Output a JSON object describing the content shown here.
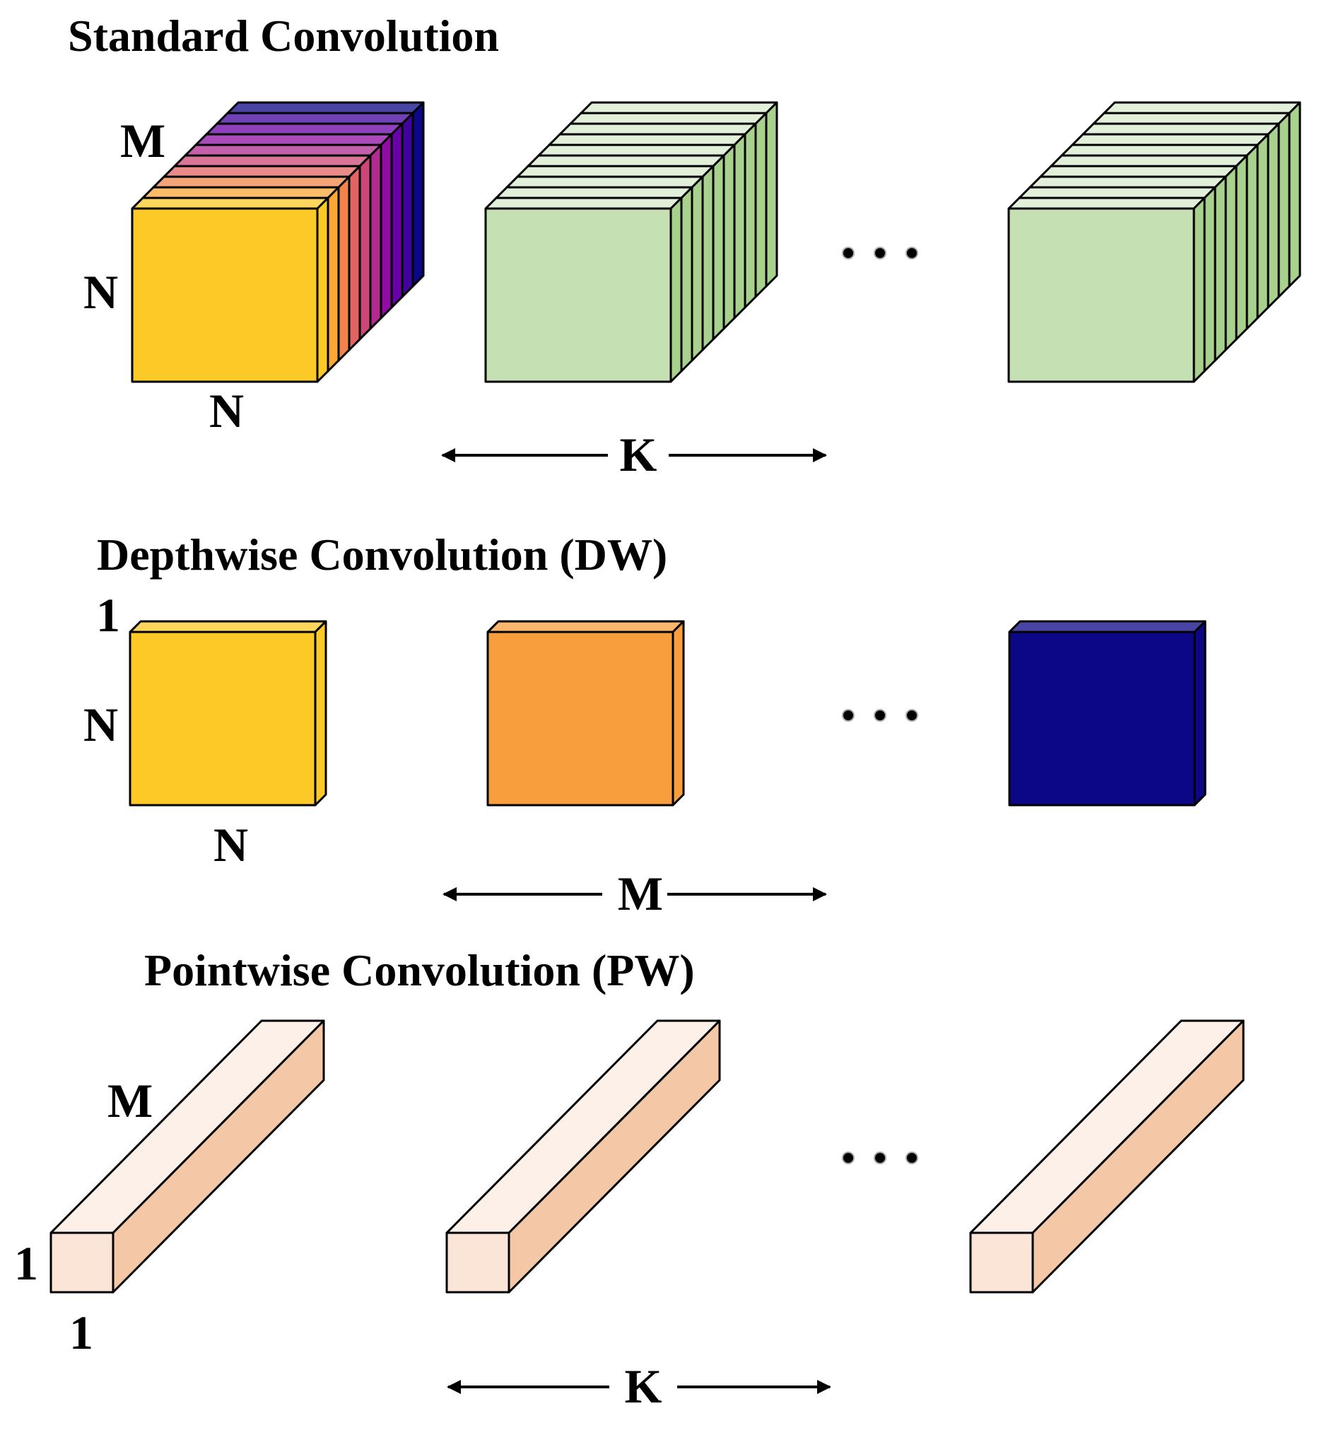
{
  "standard": {
    "title": "Standard Convolution",
    "depth_label": "M",
    "height_label": "N",
    "width_label": "N",
    "count_label": "K",
    "layer_colors": [
      "#0c0786",
      "#40039c",
      "#6a00a7",
      "#8f0da3",
      "#b02a8f",
      "#cb4777",
      "#e06461",
      "#f2844b",
      "#fca635",
      "#fcc926"
    ],
    "filter_colors": {
      "front": "#c5e0b3",
      "side": "#a9d18e",
      "top": "#e2f0d9"
    }
  },
  "depthwise": {
    "title": "Depthwise Convolution (DW)",
    "depth_label": "1",
    "height_label": "N",
    "width_label": "N",
    "count_label": "M",
    "filter_colors": [
      "#fcc926",
      "#f99e3c",
      "#0c0786"
    ]
  },
  "pointwise": {
    "title": "Pointwise Convolution (PW)",
    "depth_label": "M",
    "height_label": "1",
    "width_label": "1",
    "count_label": "K",
    "bar_colors": {
      "front": "#fbe5d6",
      "top": "#fdf0e8",
      "side": "#f4c7a6"
    }
  },
  "ellipsis_icon": "ellipsis-icon"
}
